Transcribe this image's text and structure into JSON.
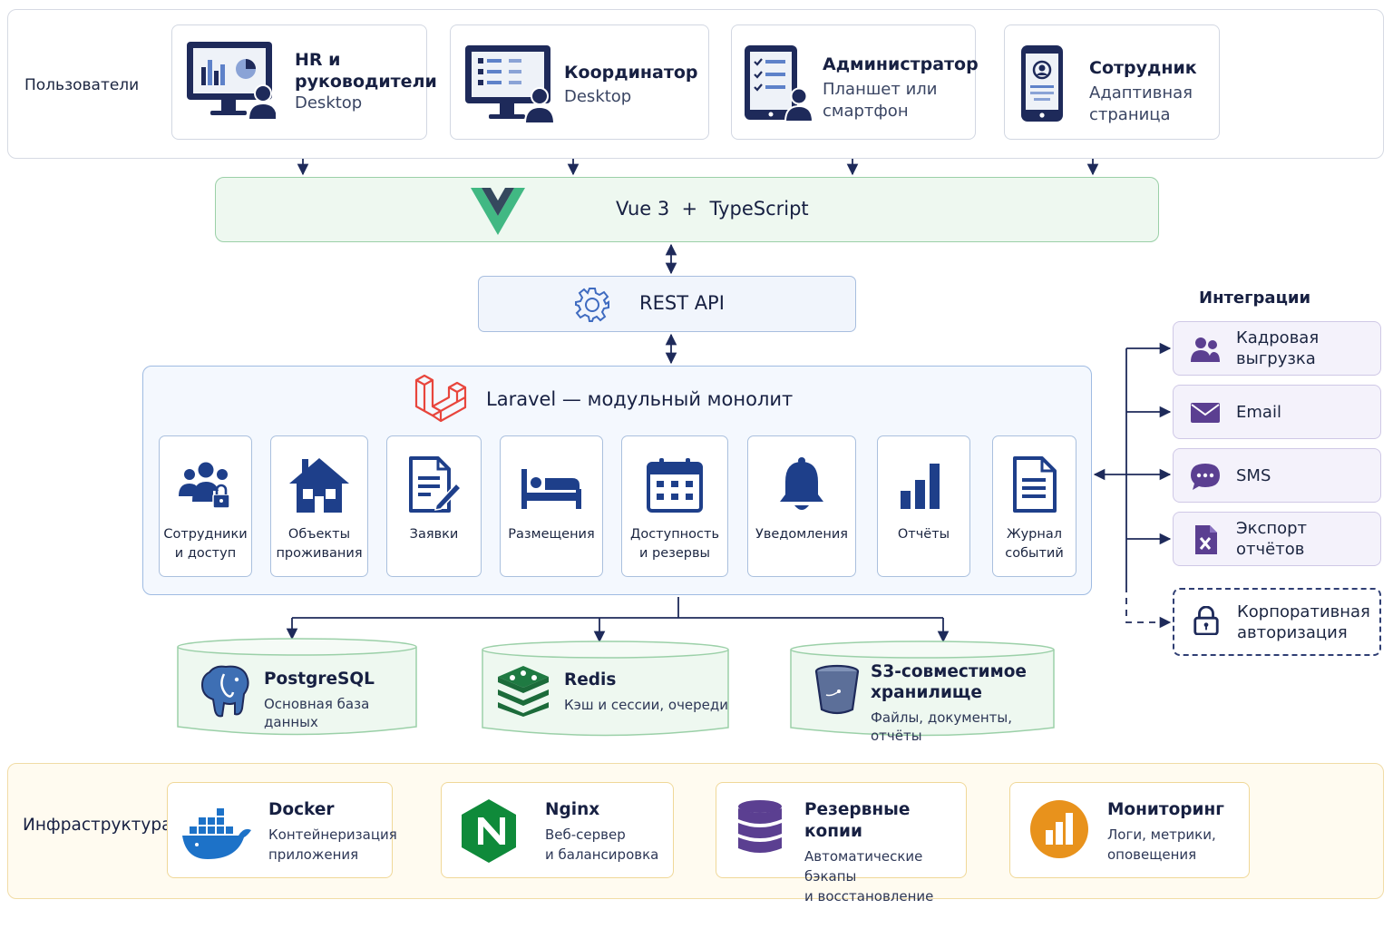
{
  "colors": {
    "navy": "#1e2a5a",
    "vue_green": "#41b883",
    "vue_dark": "#35495e",
    "laravel_red": "#e8453c",
    "integration_purple": "#5b3f91",
    "green_panel": "#eef8f0",
    "blue_panel": "#f4f8fe",
    "infra_panel": "#fffbf0"
  },
  "users": {
    "section_label": "Пользователи",
    "items": [
      {
        "icon": "desktop-chart-user-icon",
        "title_line1": "HR и",
        "title_line2": "руководители",
        "subtitle": "Desktop"
      },
      {
        "icon": "desktop-checklist-user-icon",
        "title": "Координатор",
        "subtitle": "Desktop"
      },
      {
        "icon": "tablet-checklist-user-icon",
        "title": "Администратор",
        "subtitle_line1": "Планшет или",
        "subtitle_line2": "смартфон"
      },
      {
        "icon": "smartphone-profile-icon",
        "title": "Сотрудник",
        "subtitle_line1": "Адаптивная",
        "subtitle_line2": "страница"
      }
    ]
  },
  "frontend": {
    "label": "Vue 3  +  TypeScript",
    "icon": "vue-logo-icon"
  },
  "api": {
    "label": "REST API",
    "icon": "gear-icon"
  },
  "backend": {
    "title": "Laravel — модульный монолит",
    "icon": "laravel-logo-icon",
    "modules": [
      {
        "icon": "users-lock-icon",
        "line1": "Сотрудники",
        "line2": "и доступ"
      },
      {
        "icon": "house-icon",
        "line1": "Объекты",
        "line2": "проживания"
      },
      {
        "icon": "document-edit-icon",
        "line1": "Заявки",
        "line2": ""
      },
      {
        "icon": "bed-icon",
        "line1": "Размещения",
        "line2": ""
      },
      {
        "icon": "calendar-icon",
        "line1": "Доступность",
        "line2": "и резервы"
      },
      {
        "icon": "bell-icon",
        "line1": "Уведомления",
        "line2": ""
      },
      {
        "icon": "bar-chart-icon",
        "line1": "Отчёты",
        "line2": ""
      },
      {
        "icon": "log-document-icon",
        "line1": "Журнал",
        "line2": "событий"
      }
    ]
  },
  "integrations": {
    "title": "Интеграции",
    "items": [
      {
        "icon": "people-icon",
        "label": "Кадровая выгрузка"
      },
      {
        "icon": "envelope-icon",
        "label": "Email"
      },
      {
        "icon": "chat-bubble-icon",
        "label": "SMS"
      },
      {
        "icon": "excel-file-icon",
        "label": "Экспорт отчётов"
      },
      {
        "icon": "padlock-icon",
        "label_line1": "Корпоративная",
        "label_line2": "авторизация"
      }
    ]
  },
  "storage": [
    {
      "icon": "postgresql-elephant-icon",
      "title": "PostgreSQL",
      "subtitle": "Основная база данных"
    },
    {
      "icon": "redis-logo-icon",
      "title": "Redis",
      "subtitle": "Кэш и сессии, очереди"
    },
    {
      "icon": "s3-bucket-icon",
      "title_line1": "S3-совместимое",
      "title_line2": "хранилище",
      "subtitle": "Файлы, документы, отчёты"
    }
  ],
  "infrastructure": {
    "section_label": "Инфраструктура",
    "items": [
      {
        "icon": "docker-whale-icon",
        "title": "Docker",
        "sub_line1": "Контейнеризация",
        "sub_line2": "приложения"
      },
      {
        "icon": "nginx-logo-icon",
        "title": "Nginx",
        "sub_line1": "Веб-сервер",
        "sub_line2": "и балансировка"
      },
      {
        "icon": "database-stack-icon",
        "title": "Резервные копии",
        "sub_line1": "Автоматические бэкапы",
        "sub_line2": "и восстановление"
      },
      {
        "icon": "monitoring-chart-icon",
        "title": "Мониторинг",
        "sub_line1": "Логи, метрики,",
        "sub_line2": "оповещения"
      }
    ]
  }
}
